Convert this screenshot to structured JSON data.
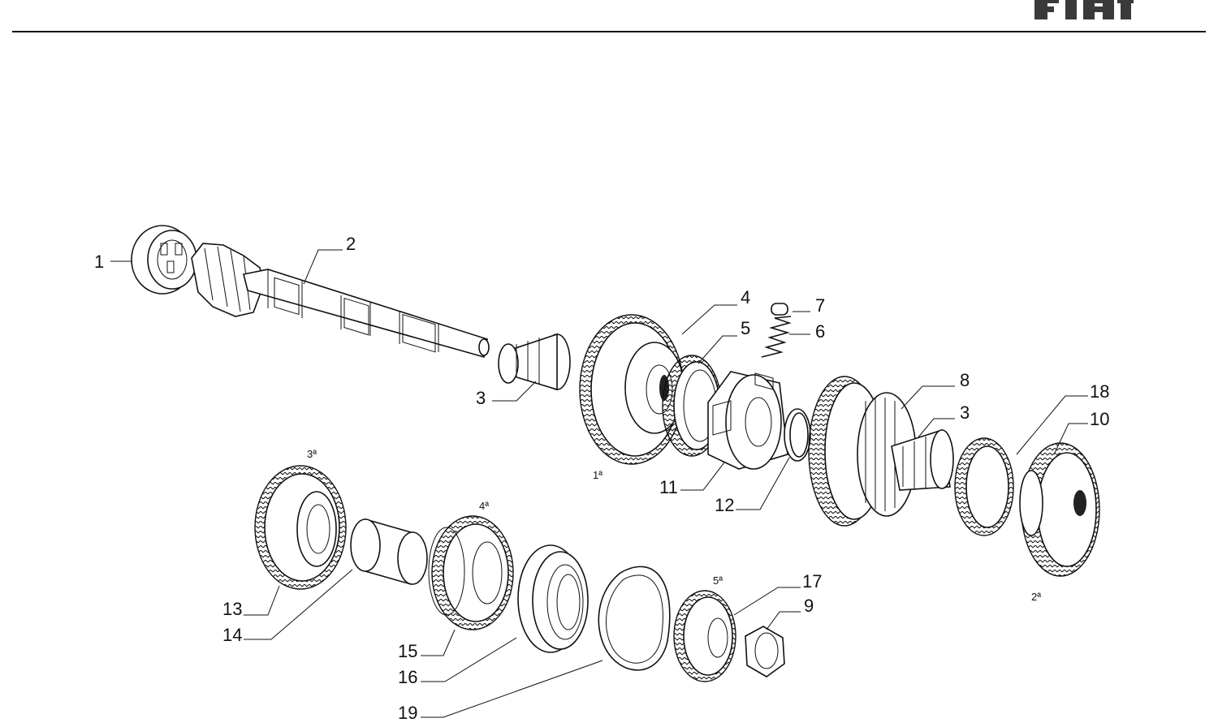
{
  "header": {
    "brand_logo_text": "FIAT"
  },
  "diagram": {
    "callouts": [
      "1",
      "2",
      "3",
      "4",
      "5",
      "6",
      "7",
      "3",
      "8",
      "18",
      "10",
      "11",
      "12",
      "13",
      "14",
      "15",
      "16",
      "19",
      "17",
      "9"
    ],
    "gear_labels": [
      "1ª",
      "2ª",
      "3ª",
      "4ª",
      "5ª"
    ]
  },
  "colors": {
    "ink": "#111111",
    "background": "#ffffff"
  }
}
